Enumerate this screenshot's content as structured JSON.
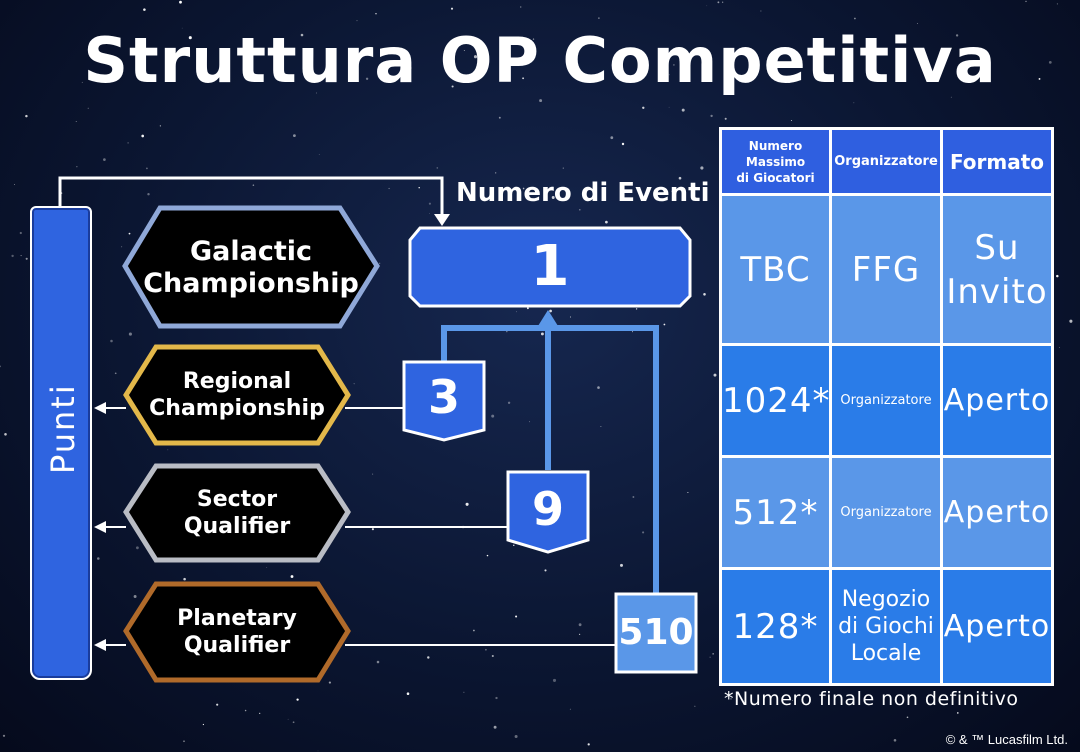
{
  "title": "Struttura OP Competitiva",
  "punti_label": "Punti",
  "numero_eventi_label": "Numero di Eventi",
  "events": [
    {
      "name_line1": "Galactic",
      "name_line2": "Championship",
      "count": "1",
      "frame_color": "#8fa8d8"
    },
    {
      "name_line1": "Regional",
      "name_line2": "Championship",
      "count": "3",
      "frame_color": "#e3b84a"
    },
    {
      "name_line1": "Sector",
      "name_line2": "Qualifier",
      "count": "9",
      "frame_color": "#b9bcc4"
    },
    {
      "name_line1": "Planetary",
      "name_line2": "Qualifier",
      "count": "510",
      "frame_color": "#b06a2a"
    }
  ],
  "table": {
    "headers": {
      "col1_line1": "Numero",
      "col1_line2": "Massimo",
      "col1_line3": "di Giocatori",
      "col2": "Organizzatore",
      "col3": "Formato"
    },
    "rows": [
      {
        "players": "TBC",
        "organizer": "FFG",
        "format_line1": "Su",
        "format_line2": "Invito"
      },
      {
        "players": "1024*",
        "organizer": "Organizzatore",
        "format_line1": "Aperto",
        "format_line2": ""
      },
      {
        "players": "512*",
        "organizer": "Organizzatore",
        "format_line1": "Aperto",
        "format_line2": ""
      },
      {
        "players": "128*",
        "organizer_line1": "Negozio",
        "organizer_line2": "di Giochi",
        "organizer_line3": "Locale",
        "format_line1": "Aperto",
        "format_line2": ""
      }
    ]
  },
  "footnote": "*Numero finale non definitivo",
  "copyright": "© & ™ Lucasfilm Ltd.",
  "colors": {
    "accent_blue": "#2f64e0",
    "light_blue": "#5a97e8",
    "background": "#0b1632"
  }
}
